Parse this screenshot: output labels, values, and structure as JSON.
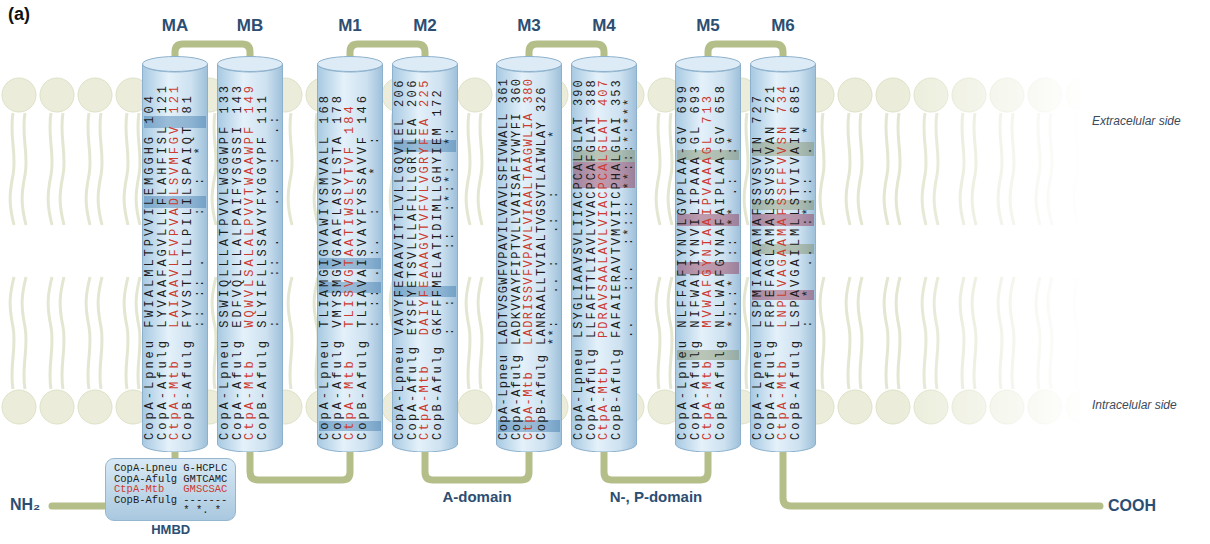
{
  "diagram": {
    "nodes": [
      {
        "text": [
          "MA",
          "CopA-Lpneu FWIALMLTPVVILEMGGHG 104",
          "CopA-Afulg LYVAAFAGVLLLFLAHFISL 121",
          "CtpA-Mtb   LAIAAVLFVPVADLSVMFGV 121",
          "CopB-Afulg FYVSTLLTLPILILSPAIQT 81",
          ":: :: .    :  :  *"
        ]
      },
      {
        "text": [
          "MB",
          "CopA-Lpneu SSWIQLLLATPVVLWGGWPF 133",
          "CopA-Afulg EDFVQLLLALPAIFYSGSSI 143",
          "CtpA-Mtb   WQWVLSALALPVVTWAAWPF 149",
          "CopB-Afulg SLYIFLLSSAVYFYGGYPF 111",
          ":    :: .   ..  :  .:"
        ]
      },
      {
        "text": [
          "M1",
          "CopA-Lpneu TLIAMGIGVAWIYSMVALL 168",
          "CopA-Afulg VMYSMGVGAAFLASVLSTA 178",
          "CtpA-Mtb   TLISVGTAATIWSLYTVF 184",
          "CopB-Afulg TLIAVAISVAYFYSSAVVF 146",
          ": :: . :.  :   *  :"
        ]
      },
      {
        "text": [
          "M2",
          "CopA-Lpneu VAVYFEAAAVITTLVLLGQVLEL 206",
          "CopA-Afulg EYSFYETSVLLLAFLLLGRTLEA 206",
          "CtpA-Mtb   DAIYFEAAAGVTVFVLVGRYFEA 225",
          "CopB-Afulg GKFFFMELATIDIMLLGHYIEM 172",
          ":  :     ::  :*:*:  *:"
        ]
      },
      {
        "text": [
          "M3",
          "CopA-Lpneu LADTVSGWFVPAVILVAVLSFIVWALL 361",
          "CopA-Afulg LADKVVAYFIPTVLLVAISAFIYWYFI 360",
          "CtpA-Mtb   LADRISSVFVPAVLVIAALTAAGWLIA 380",
          "CopB-Afulg LANRAALLTVIALTVGSVTLAIWLAY 326",
          "**:   .. :   .:  :      *"
        ]
      },
      {
        "text": [
          "M4",
          "CopA-Lpneu LSYGLIAAVSVLIIACPCALGLAT 390",
          "CopA-Afulg LLFAFTTLIAVLVVACPCAFGLAT 388",
          "CtpA-Mtb   PDRAVSAALAVLVIACPCALGLAT 407",
          "CopB-Afulg FAFAIERAVTVMVITCPHALGLAI 353",
          "..   ::.  :*::: **:::*:***"
        ]
      },
      {
        "text": [
          "M5",
          "CopA-Lpneu NLFFAFIYNVLGVPLAA-GV 699",
          "CopA-Afulg NIFWALIYNVILIPAAA-GL 693",
          "CtpA-Mtb   MVWAFGYNIAAIPVAAAGL 713",
          "CopB-Afulg NLLWAFGYNAFAIPLAA-GV 658",
          "*:.:*  :: ** .:  :*"
        ]
      },
      {
        "text": [
          "M6",
          "CopA-Lpneu LSPMIAAAAMAFSSVSVIN 727",
          "CopA-Afulg FRPEFAGLAMALSSVSVVAN 721",
          "CtpA-Mtb   LNPLVAGAAMAFSSFFVVSN 734",
          "CopB-Afulg LSPAVGAILMLLSTVIVAIN 685",
          ":  *  ..  :*:::  . *"
        ]
      },
      {
        "text": [
          "CopA-Lpneu G-HCPLC",
          "CopA-Afulg GMTCAMC",
          "CtpA-Mtb   GMSCSAC",
          "CopB-Afulg -------",
          "* *. *"
        ]
      }
    ],
    "edges": [
      {
        "from": 0,
        "to": 1,
        "arrow": "none"
      },
      {
        "from": 1,
        "to": 2,
        "arrow": "none"
      },
      {
        "from": 2,
        "to": 3,
        "arrow": "none"
      },
      {
        "from": 3,
        "to": 4,
        "label": "A-domain",
        "arrow": "none"
      },
      {
        "from": 4,
        "to": 5,
        "arrow": "none"
      },
      {
        "from": 5,
        "to": 6,
        "label": "N-, P-domain",
        "arrow": "none"
      },
      {
        "from": 6,
        "to": 7,
        "arrow": "none"
      },
      {
        "from": 8,
        "to": 0,
        "arrow": "none"
      }
    ],
    "labels": [
      "(a)",
      "Extracelular side",
      "Intracelular side",
      "NH₂",
      "COOH",
      "HMBD"
    ]
  }
}
